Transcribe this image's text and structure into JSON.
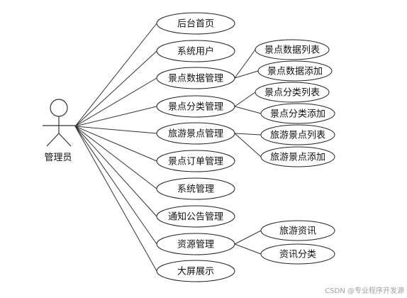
{
  "actor": {
    "label": "管理员"
  },
  "use_cases": [
    {
      "id": "home",
      "label": "后台首页"
    },
    {
      "id": "sys_user",
      "label": "系统用户"
    },
    {
      "id": "spot_data",
      "label": "景点数据管理"
    },
    {
      "id": "spot_category",
      "label": "景点分类管理"
    },
    {
      "id": "travel_spot",
      "label": "旅游景点管理"
    },
    {
      "id": "spot_order",
      "label": "景点订单管理"
    },
    {
      "id": "sys_manage",
      "label": "系统管理"
    },
    {
      "id": "notice",
      "label": "通知公告管理"
    },
    {
      "id": "resource",
      "label": "资源管理"
    },
    {
      "id": "big_screen",
      "label": "大屏展示"
    }
  ],
  "sub_use_cases": [
    {
      "id": "spot_data_list",
      "parent": "spot_data",
      "label": "景点数据列表"
    },
    {
      "id": "spot_data_add",
      "parent": "spot_data",
      "label": "景点数据添加"
    },
    {
      "id": "spot_category_list",
      "parent": "spot_category",
      "label": "景点分类列表"
    },
    {
      "id": "spot_category_add",
      "parent": "spot_category",
      "label": "景点分类添加"
    },
    {
      "id": "travel_spot_list",
      "parent": "travel_spot",
      "label": "旅游景点列表"
    },
    {
      "id": "travel_spot_add",
      "parent": "travel_spot",
      "label": "旅游景点添加"
    },
    {
      "id": "travel_info",
      "parent": "resource",
      "label": "旅游资讯"
    },
    {
      "id": "info_category",
      "parent": "resource",
      "label": "资讯分类"
    }
  ],
  "watermark": "CSDN @专业程序开发源"
}
